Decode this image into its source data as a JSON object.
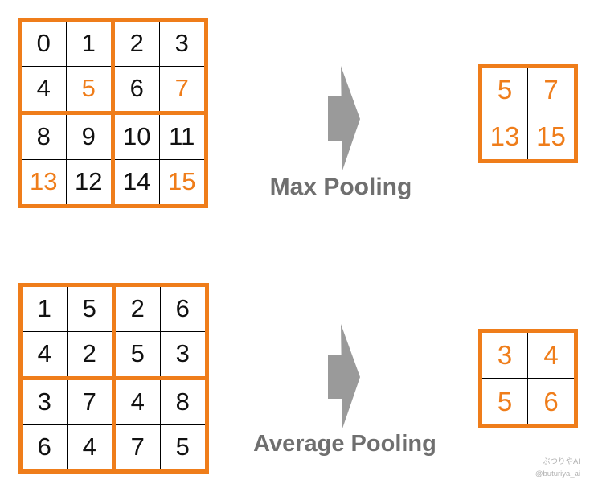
{
  "colors": {
    "orange": "#EF7D1A",
    "arrow-gray": "#9A9A9A",
    "label-gray": "#6F6F6F",
    "number-black": "#111111",
    "thin-line": "#000000",
    "watermark-gray": "#B0B0B0"
  },
  "max_pooling": {
    "label": "Max Pooling",
    "input": {
      "rows": 4,
      "cols": 4,
      "cells": [
        {
          "v": "0",
          "c": "black"
        },
        {
          "v": "1",
          "c": "black"
        },
        {
          "v": "2",
          "c": "black"
        },
        {
          "v": "3",
          "c": "black"
        },
        {
          "v": "4",
          "c": "black"
        },
        {
          "v": "5",
          "c": "orange"
        },
        {
          "v": "6",
          "c": "black"
        },
        {
          "v": "7",
          "c": "orange"
        },
        {
          "v": "8",
          "c": "black"
        },
        {
          "v": "9",
          "c": "black"
        },
        {
          "v": "10",
          "c": "black"
        },
        {
          "v": "11",
          "c": "black"
        },
        {
          "v": "13",
          "c": "orange"
        },
        {
          "v": "12",
          "c": "black"
        },
        {
          "v": "14",
          "c": "black"
        },
        {
          "v": "15",
          "c": "orange"
        }
      ]
    },
    "output": {
      "rows": 2,
      "cols": 2,
      "cells": [
        {
          "v": "5",
          "c": "orange"
        },
        {
          "v": "7",
          "c": "orange"
        },
        {
          "v": "13",
          "c": "orange"
        },
        {
          "v": "15",
          "c": "orange"
        }
      ]
    }
  },
  "average_pooling": {
    "label": "Average Pooling",
    "input": {
      "rows": 4,
      "cols": 4,
      "cells": [
        {
          "v": "1",
          "c": "black"
        },
        {
          "v": "5",
          "c": "black"
        },
        {
          "v": "2",
          "c": "black"
        },
        {
          "v": "6",
          "c": "black"
        },
        {
          "v": "4",
          "c": "black"
        },
        {
          "v": "2",
          "c": "black"
        },
        {
          "v": "5",
          "c": "black"
        },
        {
          "v": "3",
          "c": "black"
        },
        {
          "v": "3",
          "c": "black"
        },
        {
          "v": "7",
          "c": "black"
        },
        {
          "v": "4",
          "c": "black"
        },
        {
          "v": "8",
          "c": "black"
        },
        {
          "v": "6",
          "c": "black"
        },
        {
          "v": "4",
          "c": "black"
        },
        {
          "v": "7",
          "c": "black"
        },
        {
          "v": "5",
          "c": "black"
        }
      ]
    },
    "output": {
      "rows": 2,
      "cols": 2,
      "cells": [
        {
          "v": "3",
          "c": "orange"
        },
        {
          "v": "4",
          "c": "orange"
        },
        {
          "v": "5",
          "c": "orange"
        },
        {
          "v": "6",
          "c": "orange"
        }
      ]
    }
  },
  "watermark": {
    "line1": "ぶつりやAI",
    "line2": "@buturiya_ai"
  }
}
